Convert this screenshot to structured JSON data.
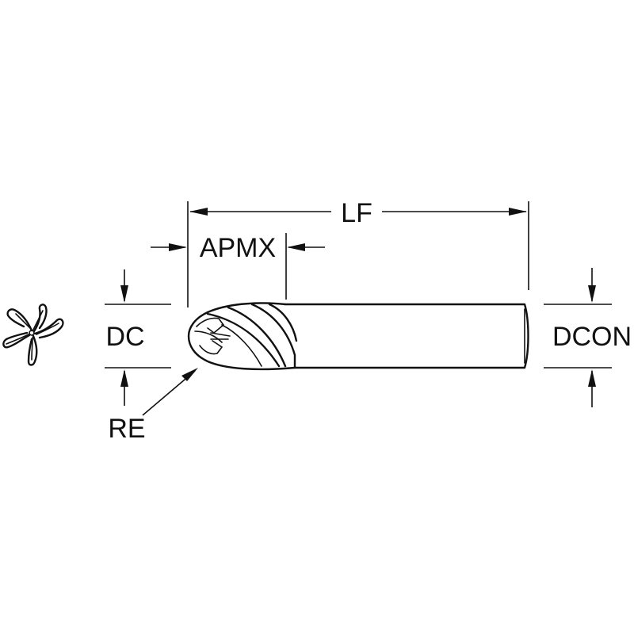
{
  "labels": {
    "lf": "LF",
    "apmx": "APMX",
    "dc": "DC",
    "dcon": "DCON",
    "re": "RE"
  },
  "colors": {
    "line": "#111111",
    "background": "#ffffff"
  }
}
